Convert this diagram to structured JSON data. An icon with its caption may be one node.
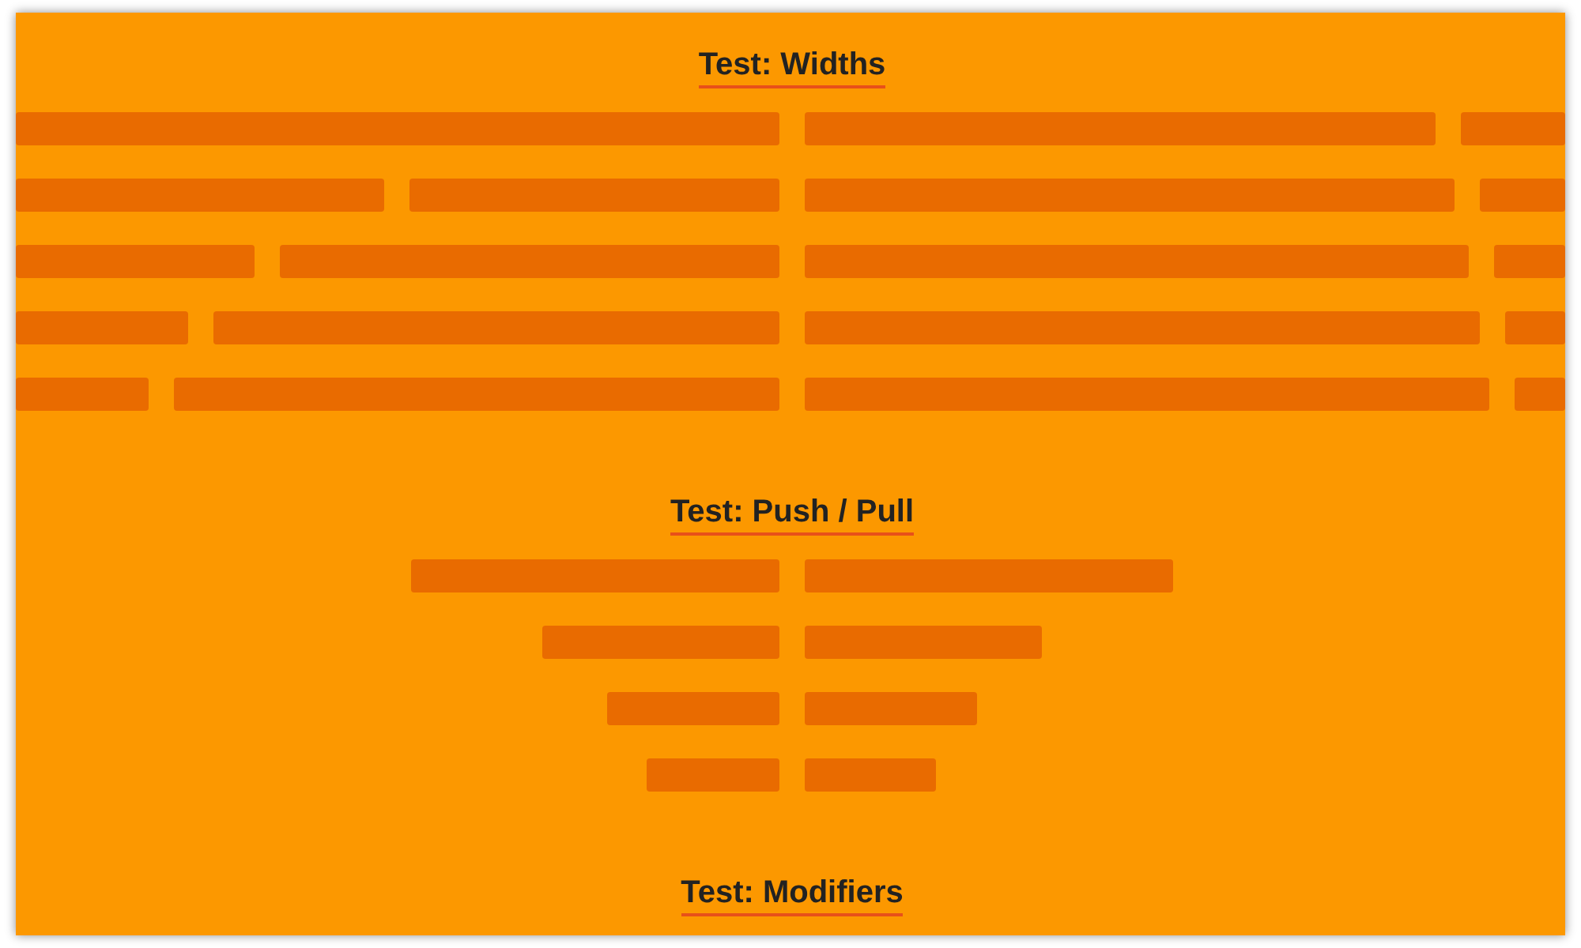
{
  "diagram": {
    "nodes": [
      {
        "text": [],
        "shape": "bar"
      },
      {
        "text": [],
        "shape": "bar"
      },
      {
        "text": [],
        "shape": "bar"
      },
      {
        "text": [],
        "shape": "bar"
      },
      {
        "text": [],
        "shape": "bar"
      },
      {
        "text": [],
        "shape": "bar"
      },
      {
        "text": [],
        "shape": "bar"
      },
      {
        "text": [],
        "shape": "bar"
      },
      {
        "text": [],
        "shape": "bar"
      },
      {
        "text": [],
        "shape": "bar"
      },
      {
        "text": [],
        "shape": "bar"
      },
      {
        "text": [],
        "shape": "bar"
      },
      {
        "text": [],
        "shape": "bar"
      },
      {
        "text": [],
        "shape": "bar"
      },
      {
        "text": [],
        "shape": "bar"
      },
      {
        "text": [],
        "shape": "bar"
      },
      {
        "text": [],
        "shape": "bar"
      },
      {
        "text": [],
        "shape": "bar"
      },
      {
        "text": [],
        "shape": "bar"
      },
      {
        "text": [],
        "shape": "bar"
      },
      {
        "text": [],
        "shape": "bar"
      },
      {
        "text": [],
        "shape": "bar"
      },
      {
        "text": [],
        "shape": "bar"
      },
      {
        "text": [],
        "shape": "bar"
      },
      {
        "text": [],
        "shape": "bar"
      },
      {
        "text": [],
        "shape": "bar"
      },
      {
        "text": [],
        "shape": "bar"
      }
    ],
    "labels": [
      "Test: Widths",
      "Test: Push / Pull",
      "Test: Modifiers"
    ]
  }
}
